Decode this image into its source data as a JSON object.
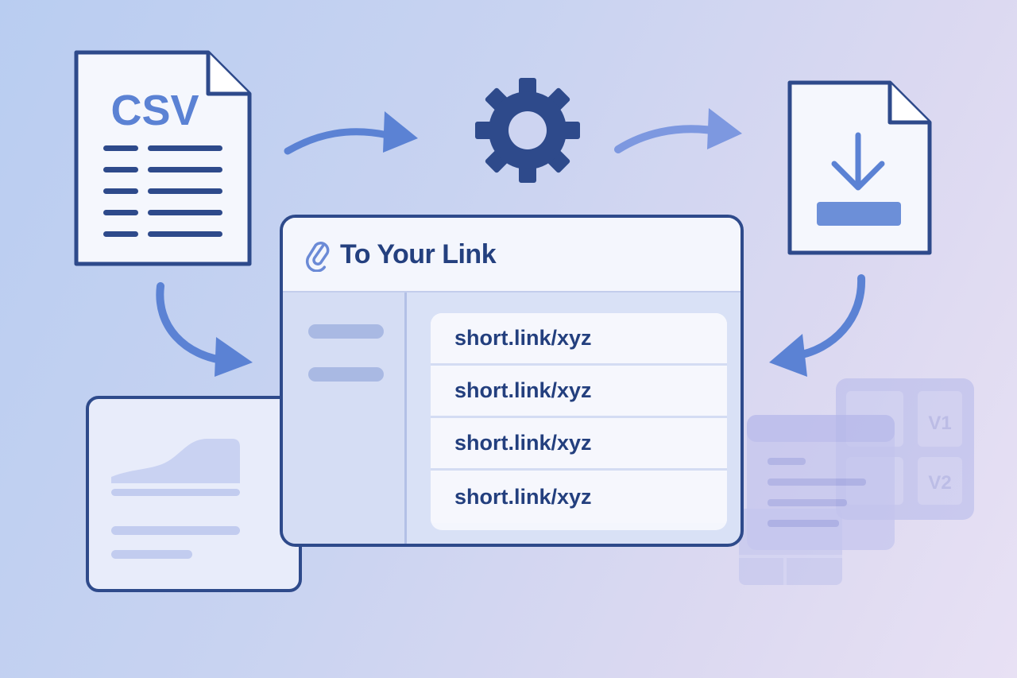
{
  "csv_label": "CSV",
  "app": {
    "title": "To Your Link",
    "links": [
      "short.link/xyz",
      "short.link/xyz",
      "short.link/xyz",
      "short.link/xyz"
    ]
  },
  "version_labels": [
    "V1",
    "V2"
  ],
  "colors": {
    "primary_dark": "#2e4a8b",
    "accent_blue": "#5b82d4",
    "panel_light": "#f4f6fd"
  }
}
